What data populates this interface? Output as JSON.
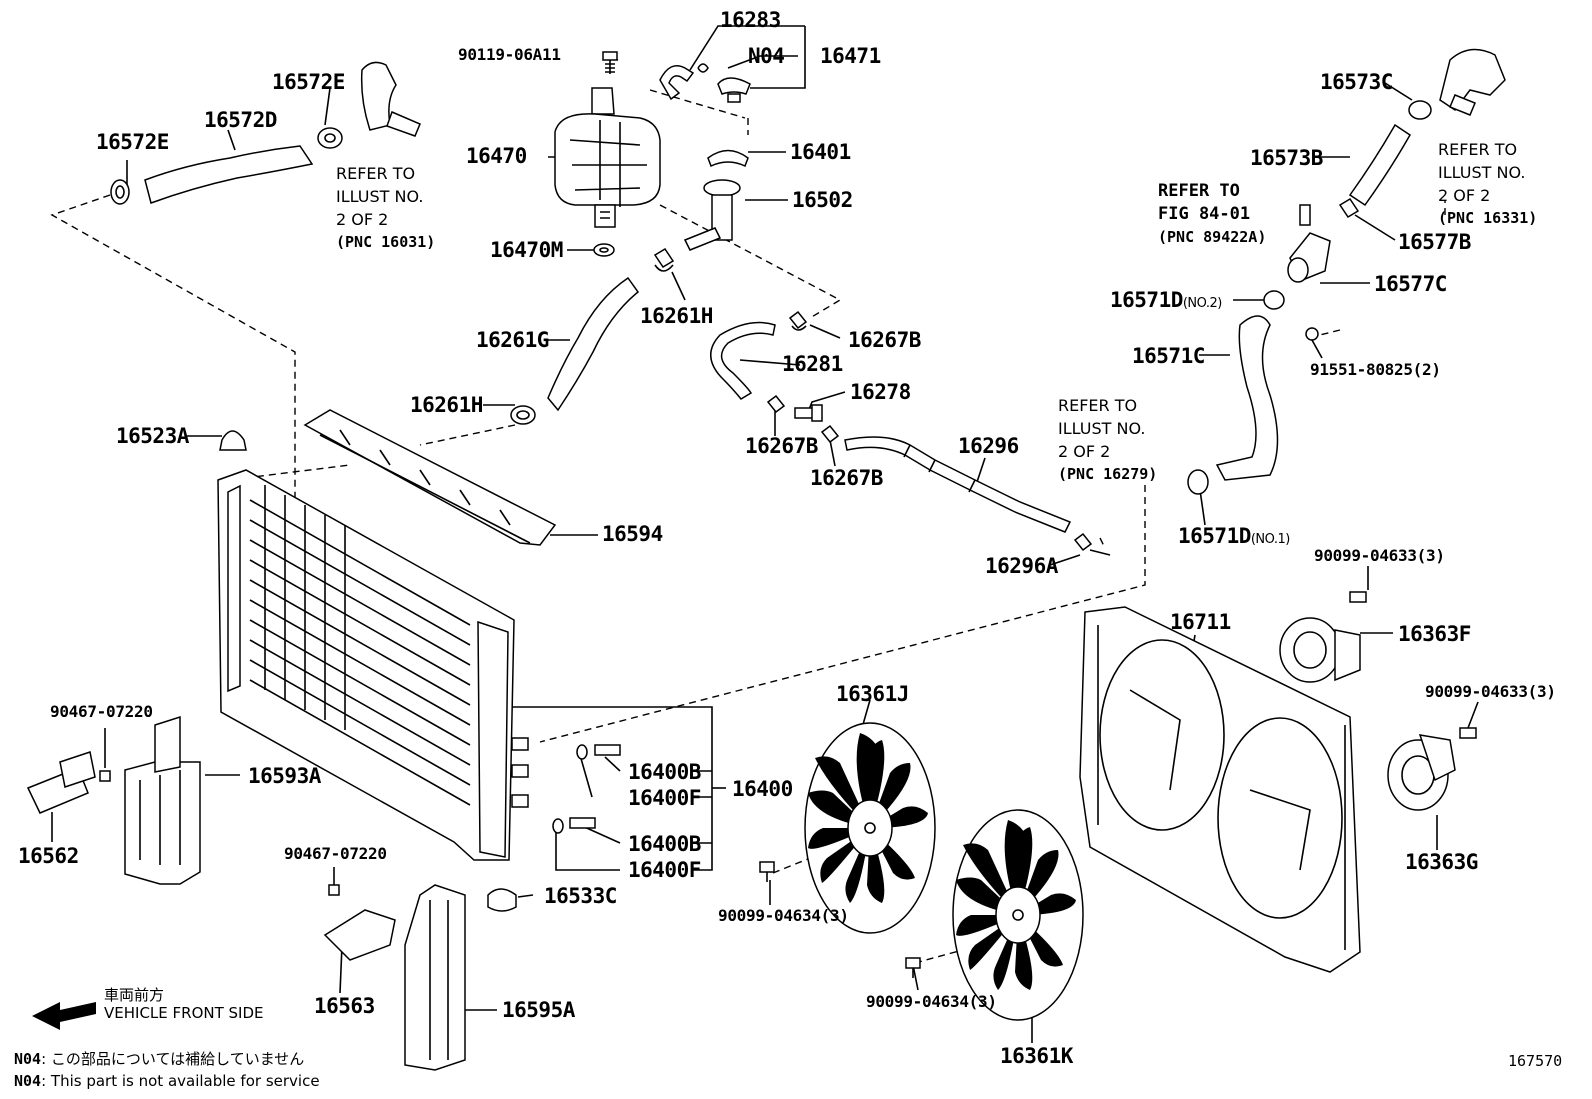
{
  "labels": {
    "p16283": "16283",
    "p90119": "90119-06A11",
    "pN04": "N04",
    "p16471": "16471",
    "p16572E_top": "16572E",
    "p16572D": "16572D",
    "p16572E_left": "16572E",
    "p16470": "16470",
    "p16401": "16401",
    "p16502": "16502",
    "p16470M": "16470M",
    "p16261H_top": "16261H",
    "p16261G": "16261G",
    "p16267B_a": "16267B",
    "p16281": "16281",
    "p16278": "16278",
    "p16261H_left": "16261H",
    "p16267B_b": "16267B",
    "p16267B_c": "16267B",
    "p16296": "16296",
    "p16296A": "16296A",
    "p16523A": "16523A",
    "p16594": "16594",
    "p16573C": "16573C",
    "p16573B": "16573B",
    "p16577B": "16577B",
    "p16577C": "16577C",
    "p16571D_no2": "16571D",
    "p16571D_no2_sub": "(NO.2)",
    "p91551": "91551-80825(2)",
    "p16571C": "16571C",
    "p16571D_no1": "16571D",
    "p16571D_no1_sub": "(NO.1)",
    "p90099_top": "90099-04633(3)",
    "p16363F": "16363F",
    "p16711": "16711",
    "p90099_mid": "90099-04633(3)",
    "p16363G": "16363G",
    "p16361J": "16361J",
    "p90099_fanL": "90099-04634(3)",
    "p90099_fanR": "90099-04634(3)",
    "p16361K": "16361K",
    "p16400B_a": "16400B",
    "p16400F_a": "16400F",
    "p16400": "16400",
    "p16400B_b": "16400B",
    "p16400F_b": "16400F",
    "p16533C": "16533C",
    "p90467_a": "90467-07220",
    "p16593A": "16593A",
    "p16562": "16562",
    "p90467_b": "90467-07220",
    "p16563": "16563",
    "p16595A": "16595A"
  },
  "notes": {
    "refer_16031": [
      "REFER TO",
      "ILLUST NO.",
      "2 OF 2",
      "(PNC 16031)"
    ],
    "refer_16331": [
      "REFER TO",
      "ILLUST NO.",
      "2 OF 2",
      "(PNC 16331)"
    ],
    "refer_fig": [
      "REFER TO",
      "FIG 84-01",
      "(PNC 89422A)"
    ],
    "refer_16279": [
      "REFER TO",
      "ILLUST NO.",
      "2 OF 2",
      "(PNC 16279)"
    ]
  },
  "legend": {
    "front_jp": "車両前方",
    "front_en": "VEHICLE FRONT SIDE",
    "n04_code_jp": "N04",
    "n04_jp": ": この部品については補給していません",
    "n04_code_en": "N04",
    "n04_en": ": This part is not available for service"
  },
  "figure_number": "167570"
}
